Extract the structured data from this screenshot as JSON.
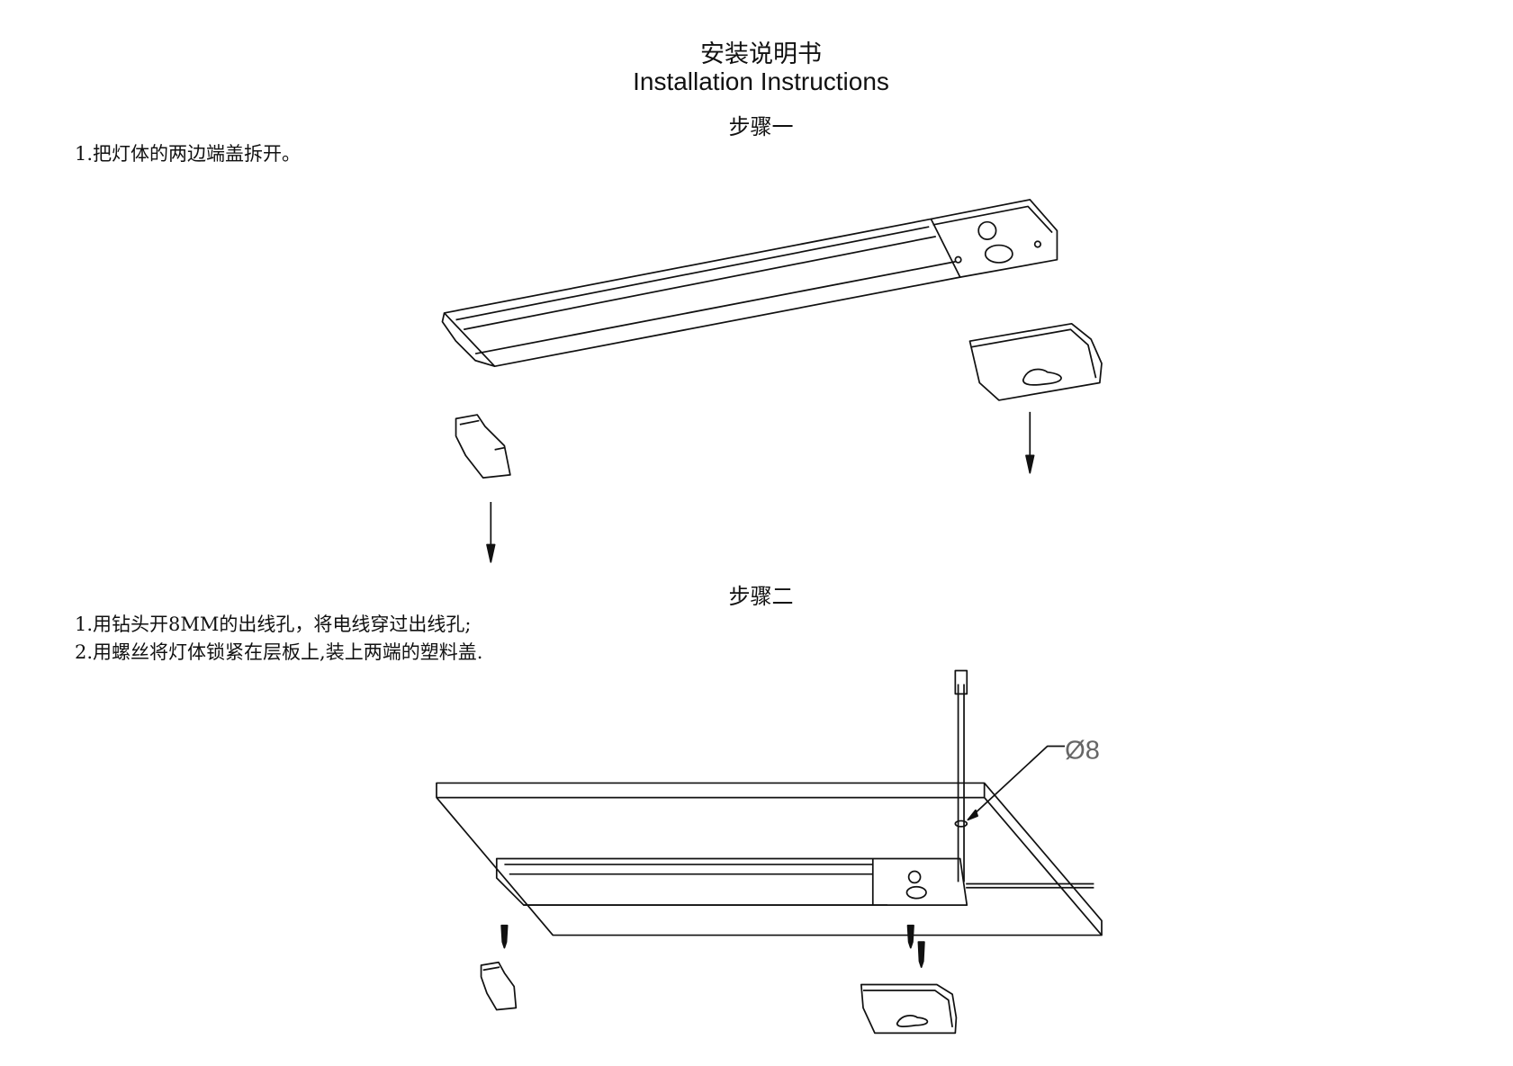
{
  "header": {
    "title_cn": "安装说明书",
    "title_en": "Installation Instructions"
  },
  "step1": {
    "heading": "步骤一",
    "instructions": [
      "1.把灯体的两边端盖拆开。"
    ]
  },
  "step2": {
    "heading": "步骤二",
    "instructions": [
      "1.用钻头开8MM的出线孔，将电线穿过出线孔;",
      "2.用螺丝将灯体锁紧在层板上,装上两端的塑料盖."
    ],
    "hole_label": "Ø8"
  }
}
